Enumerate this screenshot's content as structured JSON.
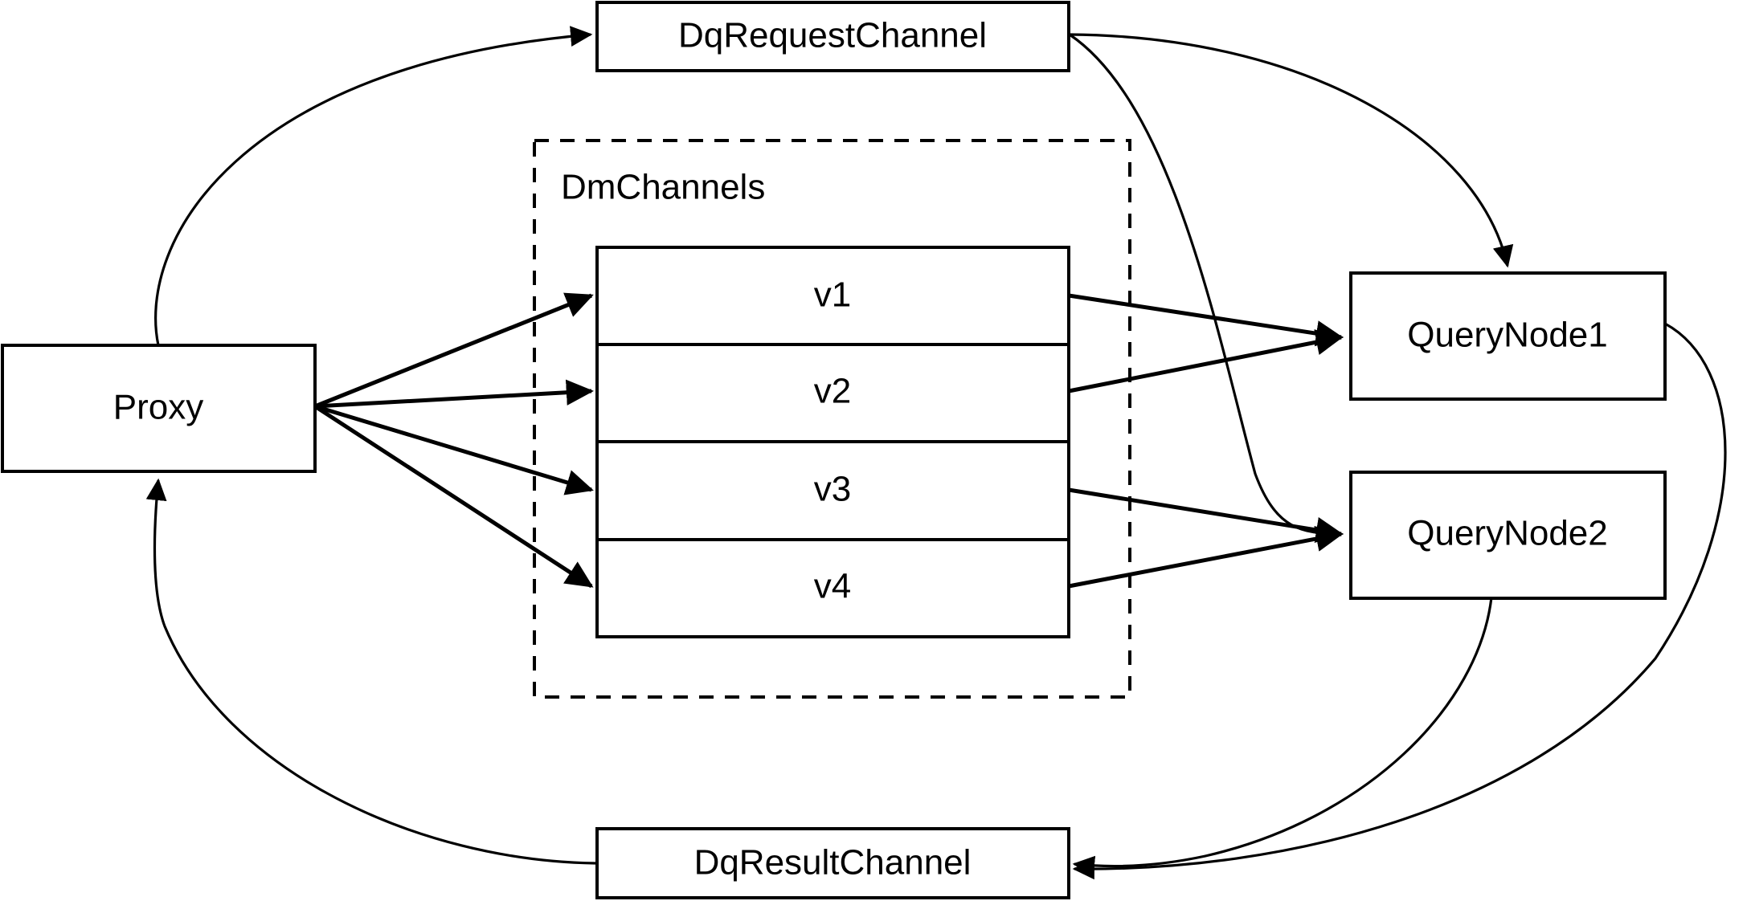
{
  "diagram": {
    "title": "Milvus distributed query dataflow",
    "background_color": "#ffffff",
    "stroke_color": "#000000",
    "nodes": {
      "proxy": {
        "label": "Proxy"
      },
      "dq_request_channel": {
        "label": "DqRequestChannel"
      },
      "dq_result_channel": {
        "label": "DqResultChannel"
      },
      "query_node_1": {
        "label": "QueryNode1"
      },
      "query_node_2": {
        "label": "QueryNode2"
      },
      "dm_channels_group": {
        "label": "DmChannels"
      }
    },
    "shards": [
      {
        "label": "v1"
      },
      {
        "label": "v2"
      },
      {
        "label": "v3"
      },
      {
        "label": "v4"
      }
    ],
    "edges": [
      {
        "name": "proxy-to-dq-request-channel",
        "from": "Proxy",
        "to": "DqRequestChannel",
        "style": "curved",
        "arrow": true
      },
      {
        "name": "proxy-to-v1",
        "from": "Proxy",
        "to": "v1",
        "style": "straight",
        "arrow": true
      },
      {
        "name": "proxy-to-v2",
        "from": "Proxy",
        "to": "v2",
        "style": "straight",
        "arrow": true
      },
      {
        "name": "proxy-to-v3",
        "from": "Proxy",
        "to": "v3",
        "style": "straight",
        "arrow": true
      },
      {
        "name": "proxy-to-v4",
        "from": "Proxy",
        "to": "v4",
        "style": "straight",
        "arrow": true
      },
      {
        "name": "dq-request-channel-to-query-node-1",
        "from": "DqRequestChannel",
        "to": "QueryNode1",
        "style": "curved",
        "arrow": true
      },
      {
        "name": "dq-request-channel-to-query-node-2",
        "from": "DqRequestChannel",
        "to": "QueryNode2",
        "style": "curved",
        "arrow": true
      },
      {
        "name": "v1-to-query-node-1",
        "from": "v1",
        "to": "QueryNode1",
        "style": "straight",
        "arrow": true
      },
      {
        "name": "v2-to-query-node-1",
        "from": "v2",
        "to": "QueryNode1",
        "style": "straight",
        "arrow": true
      },
      {
        "name": "v3-to-query-node-2",
        "from": "v3",
        "to": "QueryNode2",
        "style": "straight",
        "arrow": true
      },
      {
        "name": "v4-to-query-node-2",
        "from": "v4",
        "to": "QueryNode2",
        "style": "straight",
        "arrow": true
      },
      {
        "name": "query-node-1-to-dq-result-channel",
        "from": "QueryNode1",
        "to": "DqResultChannel",
        "style": "curved",
        "arrow": true
      },
      {
        "name": "query-node-2-to-dq-result-channel",
        "from": "QueryNode2",
        "to": "DqResultChannel",
        "style": "curved",
        "arrow": true
      },
      {
        "name": "dq-result-channel-to-proxy",
        "from": "DqResultChannel",
        "to": "Proxy",
        "style": "curved",
        "arrow": true
      }
    ]
  }
}
